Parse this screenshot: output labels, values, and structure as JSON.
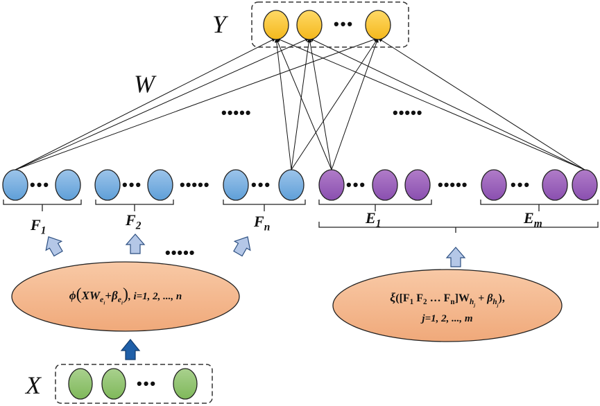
{
  "labels": {
    "output": "Y",
    "weights": "W",
    "input": "X"
  },
  "groups": {
    "feature": [
      {
        "base": "F",
        "sub": "1"
      },
      {
        "base": "F",
        "sub": "2"
      },
      {
        "base": "F",
        "sub": "n"
      }
    ],
    "enhancement": [
      {
        "base": "E",
        "sub": "1"
      },
      {
        "base": "E",
        "sub": "m"
      }
    ]
  },
  "ellipsis": {
    "short": "•••",
    "long": "•••••"
  },
  "formulas": {
    "feature_map": {
      "phi": "ϕ",
      "open": "(",
      "xw": "XW",
      "e_sub": "e",
      "i_sub": "i",
      "plus_beta": "+β",
      "close": ")",
      "range": ", i=1, 2, ..., n"
    },
    "enhancement_map": {
      "xi": "ξ",
      "matrix": "([F",
      "f1": "1",
      "f2_base": " F",
      "f2": "2",
      "dots": " … F",
      "fn": "n",
      "close_bracket": "]W",
      "h_sub": "h",
      "j_sub": "j",
      "plus_beta": " + β",
      "close": "),",
      "range": "j=1, 2, ..., m"
    }
  },
  "colors": {
    "output_node": "#f9c93a",
    "feature_node": "#6fa8dc",
    "enhancement_node": "#9b59b6",
    "input_node": "#8bc34a",
    "mapping_ellipse": "#f4b183",
    "light_arrow": "#b4c7e7",
    "dark_arrow": "#1f5fa8"
  }
}
